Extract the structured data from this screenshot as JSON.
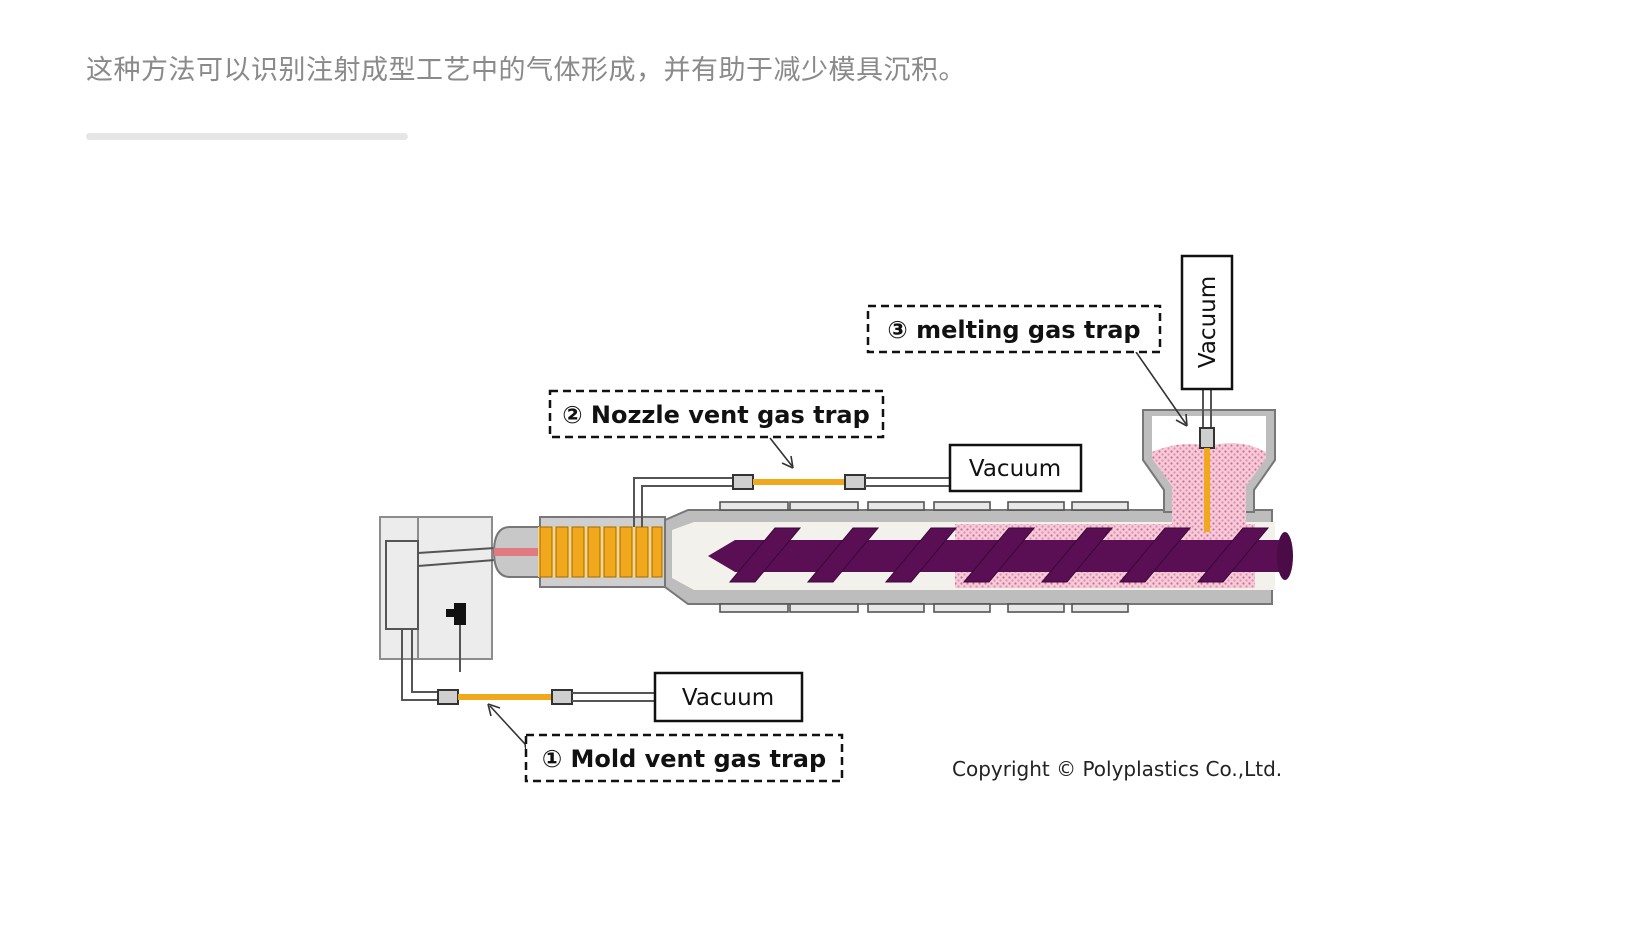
{
  "caption": "这种方法可以识别注射成型工艺中的气体形成，并有助于减少模具沉积。",
  "diagram": {
    "traps": {
      "mold": "① Mold vent gas trap",
      "nozzle": "② Nozzle vent gas trap",
      "melting": "③ melting gas trap"
    },
    "vacuum_label": "Vacuum",
    "copyright": "Copyright © Polyplastics Co.,Ltd."
  },
  "colors": {
    "screw": "#5a0f55",
    "resin": "#f0c2d4",
    "trap_tube": "#f2a81c",
    "barrel": "#8e8e8e"
  }
}
